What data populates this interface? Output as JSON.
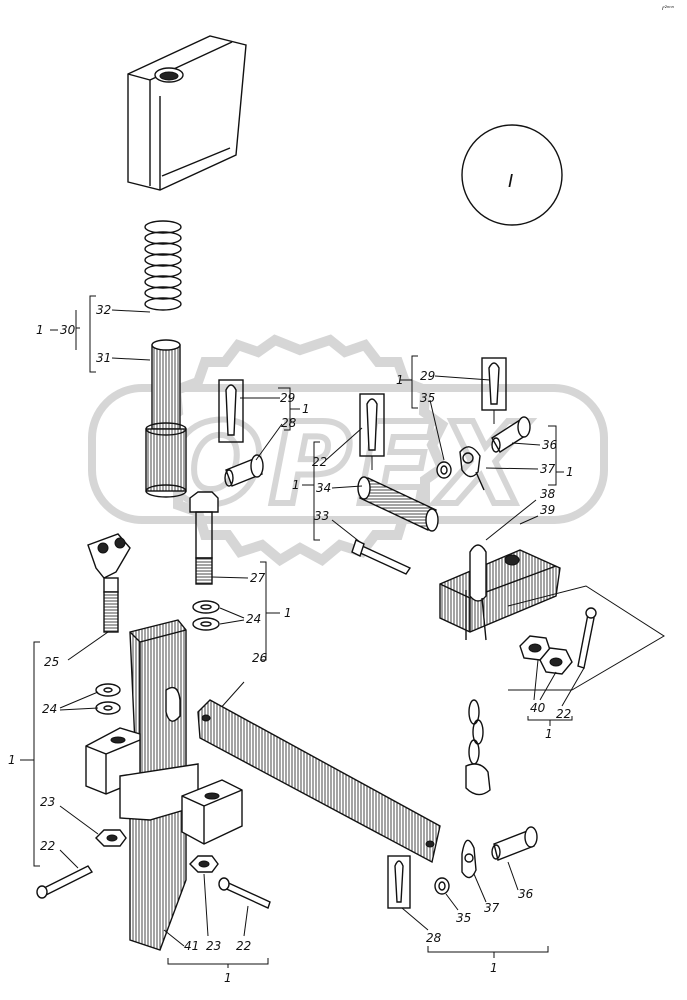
{
  "corner_mark": "r²ⁿⁿⁿ",
  "detail_view_label": "I",
  "watermark_text": "OPEX",
  "callouts": {
    "c1_left": "1",
    "c30": "30",
    "c32": "32",
    "c31": "31",
    "c29a": "29",
    "c28": "28",
    "c1_pin": "1",
    "c22a": "22",
    "c34": "34",
    "c1_shaft": "1",
    "c33": "33",
    "c1_chain_top": "1",
    "c29b": "29",
    "c35a": "35",
    "c36a": "36",
    "c37a": "37",
    "c1_chain_right": "1",
    "c38": "38",
    "c39": "39",
    "c27": "27",
    "c24a": "24",
    "c1_bolt": "1",
    "c26": "26",
    "c25": "25",
    "c24b": "24",
    "c1_main": "1",
    "c23a": "23",
    "c22b": "22",
    "c40": "40",
    "c22c": "22",
    "c1_nuts": "1",
    "c41": "41",
    "c23b": "23",
    "c22d": "22",
    "c1_bottom": "1",
    "c28b": "28",
    "c35b": "35",
    "c37b": "37",
    "c36b": "36",
    "c1_bottom_right": "1"
  }
}
